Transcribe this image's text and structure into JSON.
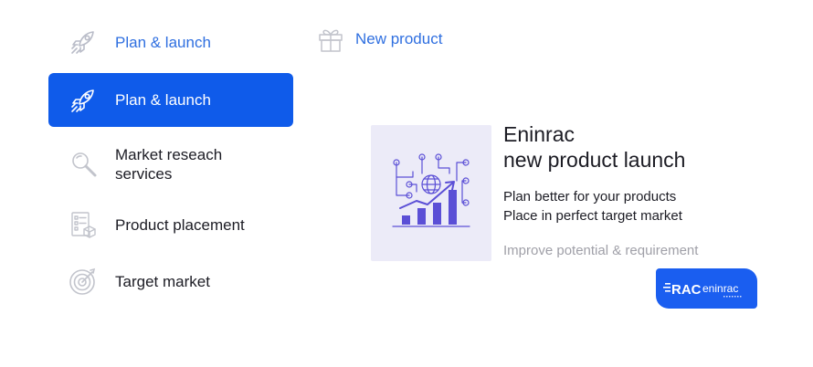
{
  "sidebar": {
    "items": [
      {
        "label": "Plan & launch",
        "icon": "rocket-icon",
        "state": "hover"
      },
      {
        "label": "Plan & launch",
        "icon": "rocket-icon",
        "state": "active"
      },
      {
        "label": "Market reseach services",
        "icon": "magnifier-icon",
        "state": "default"
      },
      {
        "label": "Product placement",
        "icon": "checklist-box-icon",
        "state": "default"
      },
      {
        "label": "Target market",
        "icon": "target-icon",
        "state": "default"
      }
    ]
  },
  "tabs": {
    "new_product": {
      "label": "New product",
      "icon": "gift-icon"
    }
  },
  "detail": {
    "title_line1": "Eninrac",
    "title_line2": "new product launch",
    "desc_line1": "Plan better for your products",
    "desc_line2": "Place in perfect target market",
    "note": "Improve potential & requirement",
    "illustration": "growth-chart-illustration"
  },
  "brand": {
    "logo_text": "RACeninrac",
    "logo_part1": "RAC",
    "logo_part2": "eninrac",
    "color": "#1a5ef0"
  },
  "colors": {
    "accent": "#0f5bea",
    "link": "#2f6fe0",
    "muted": "#a0a0a8",
    "illustration_bg": "#ecebf8",
    "illustration_stroke": "#5b4fd6"
  }
}
